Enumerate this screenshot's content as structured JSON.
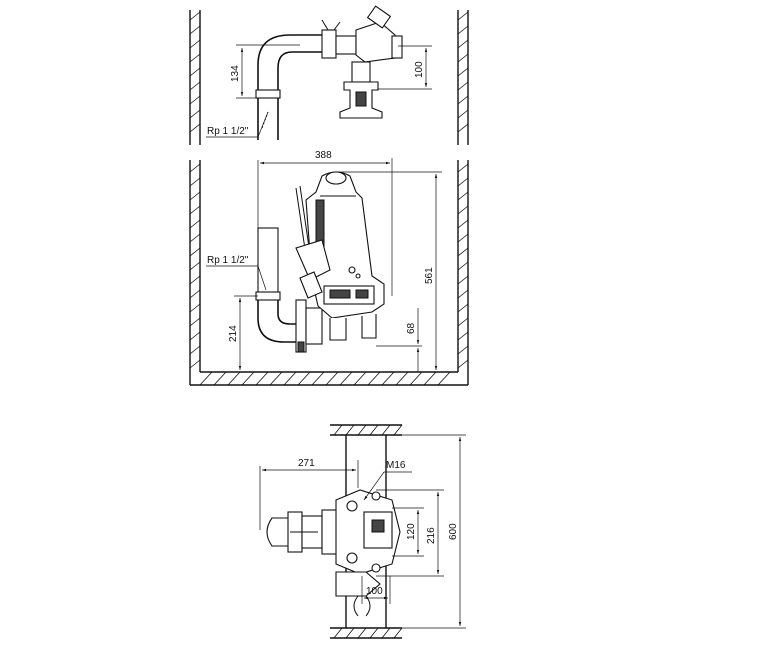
{
  "views": {
    "top_section": {
      "dimensions": {
        "d134": "134",
        "d100": "100"
      },
      "labels": {
        "thread": "Rp 1 1/2\""
      }
    },
    "side_section": {
      "dimensions": {
        "d388": "388",
        "d561": "561",
        "d214": "214",
        "d68": "68"
      },
      "labels": {
        "thread": "Rp 1 1/2\""
      }
    },
    "plan_view": {
      "dimensions": {
        "d271": "271",
        "d120": "120",
        "d216": "216",
        "d600": "600",
        "d100": "100"
      },
      "labels": {
        "bolt": "M16"
      }
    }
  }
}
